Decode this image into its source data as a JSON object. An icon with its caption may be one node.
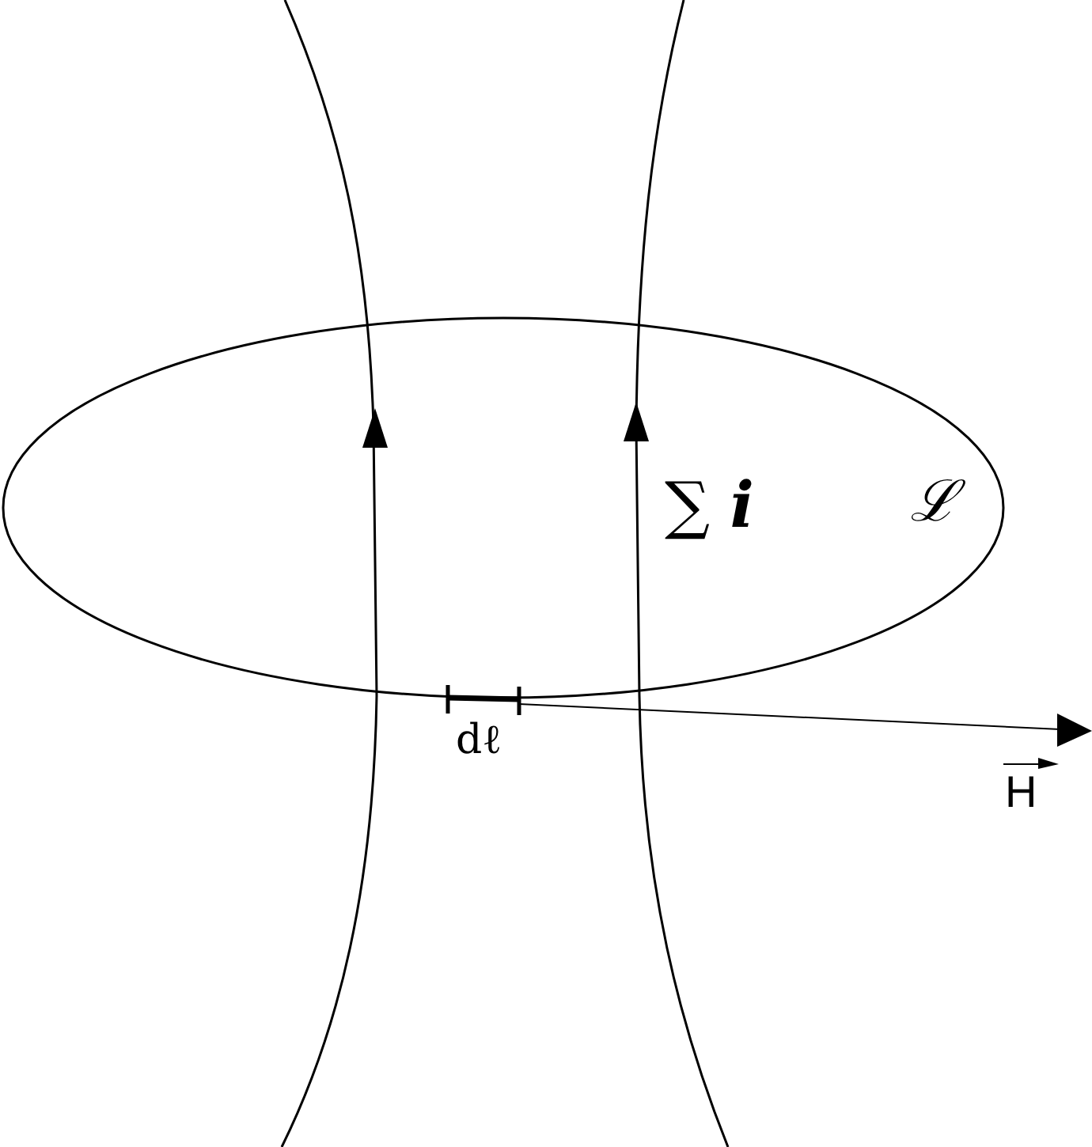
{
  "diagram": {
    "labels": [
      "∑ **i**",
      "ℒ",
      "dℓ",
      "H"
    ]
  }
}
